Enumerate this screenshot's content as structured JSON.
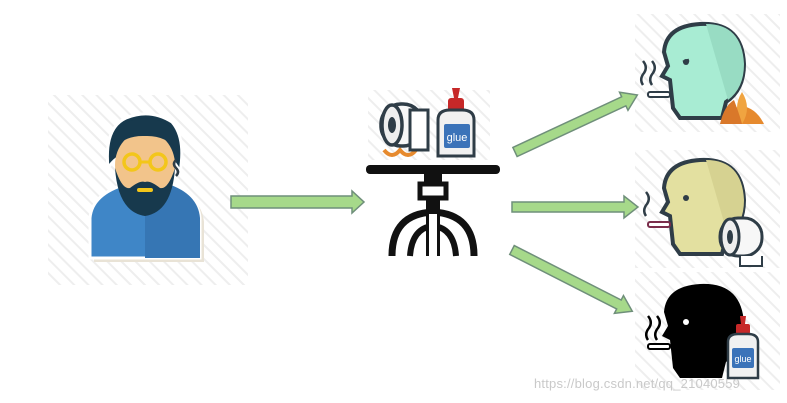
{
  "labels": {
    "glue_table": "glue",
    "glue_small": "glue"
  },
  "watermark": "https://blog.csdn.net/qq_21040559",
  "colors": {
    "arrow_fill": "#a6d98a",
    "arrow_stroke": "#6f8f7a",
    "person_shirt": "#3f86c7",
    "person_hair": "#17394d",
    "person_skin": "#f2c48b",
    "glasses": "#f3c61a",
    "head_teal": "#a8ecd3",
    "head_olive": "#e3e0a0",
    "head_black": "#000000",
    "outline_dark": "#2f3d47",
    "glue_cap": "#c62828",
    "glue_label": "#3b73b9",
    "leaf_orange": "#e68a2e",
    "table_black": "#111111"
  }
}
